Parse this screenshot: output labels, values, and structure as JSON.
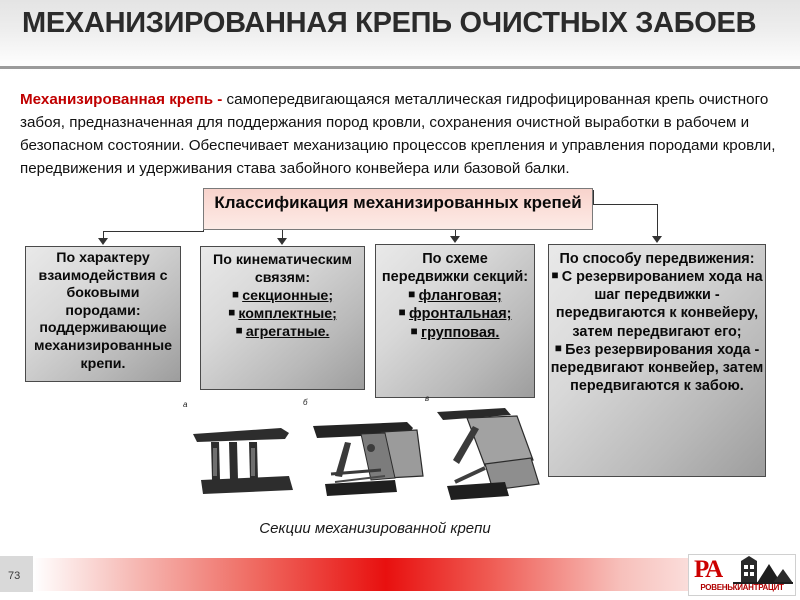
{
  "slide": {
    "title": "МЕХАНИЗИРОВАННАЯ КРЕПЬ ОЧИСТНЫХ ЗАБОЕВ",
    "page_number": "73"
  },
  "body": {
    "lead_term": "Механизированная крепь - ",
    "definition": "самопередвигающаяся металлическая гидрофицированная крепь очистного забоя, предназначенная для поддержания пород кровли, сохранения очистной выработки в рабочем и безопасном состоянии. Обеспечивает механизацию процессов крепления и управления породами кровли, передвижения и удерживания става забойного конвейера или базовой балки."
  },
  "classification": {
    "title": "Классификация механизированных крепей",
    "boxes": [
      {
        "id": "box1",
        "heading": "По характеру взаимодействия с боковыми породами:",
        "items": [
          "поддерживающие механизированные крепи."
        ]
      },
      {
        "id": "box2",
        "heading": "По кинематическим связям:",
        "items": [
          "секционные;",
          "комплектные;",
          "агрегатные."
        ]
      },
      {
        "id": "box3",
        "heading": "По схеме передвижки секций:",
        "items": [
          "фланговая;",
          "фронтальная;",
          "групповая."
        ]
      },
      {
        "id": "box4",
        "heading": "По способу передвижения:",
        "items": [
          "С резервированием хода на шаг передвижки - передвигаются к конвейеру, затем передвигают его;",
          "Без резервирования хода - передвигают конвейер, затем передвигаются к забою."
        ]
      }
    ]
  },
  "figure": {
    "caption": "Секции механизированной крепи",
    "part_labels": [
      "а",
      "б",
      "в"
    ]
  },
  "footer": {
    "logo_mark": "РА",
    "logo_name": "РОВЕНЬКИАНТРАЦИТ"
  },
  "colors": {
    "accent_red": "#c00000",
    "footer_red": "#e8100f",
    "banner_pink": "#f8d3cc",
    "box_gray": "#b9b9b9"
  }
}
